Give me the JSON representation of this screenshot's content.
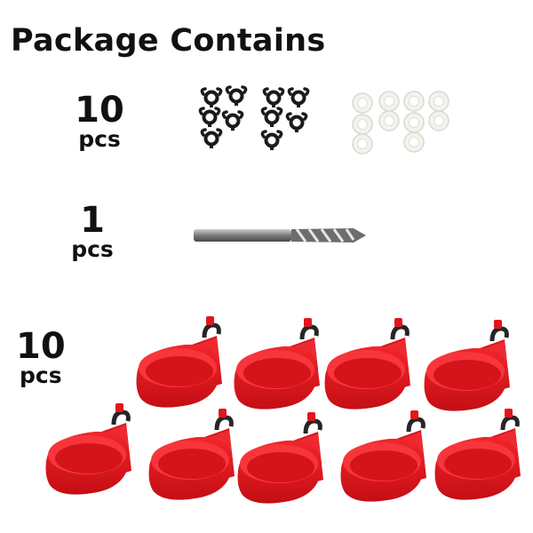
{
  "title": "Package Contains",
  "items": [
    {
      "count": "10",
      "unit": "pcs",
      "item_icons": [
        "clip-icon",
        "washer-icon"
      ],
      "colors": {
        "clip": "#1a1a1a",
        "washer": "#f0f0ea"
      }
    },
    {
      "count": "1",
      "unit": "pcs",
      "item_icons": [
        "drill-bit-icon"
      ],
      "colors": {
        "bit": "#8a8a8a"
      }
    },
    {
      "count": "10",
      "unit": "pcs",
      "item_icons": [
        "feeder-cup-icon"
      ],
      "colors": {
        "cup": "#e8141c",
        "valve": "#2a2a2a"
      }
    }
  ]
}
